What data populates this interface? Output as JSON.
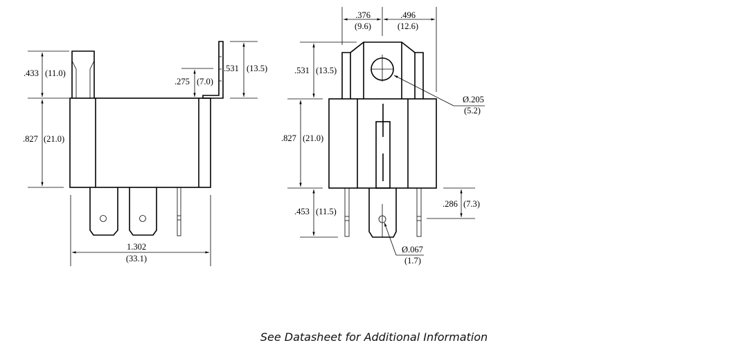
{
  "drawing": {
    "title": "Relay dimensional drawing",
    "side_view": {
      "dims": {
        "terminal_height": {
          "in": ".433",
          "mm": "(11.0)"
        },
        "body_height": {
          "in": ".827",
          "mm": "(21.0)"
        },
        "bracket_offset": {
          "in": ".275",
          "mm": "(7.0)"
        },
        "bracket_height": {
          "in": ".531",
          "mm": "(13.5)"
        },
        "overall_width": {
          "in": "1.302",
          "mm": "(33.1)"
        }
      }
    },
    "front_view": {
      "dims": {
        "left_width": {
          "in": ".376",
          "mm": "(9.6)"
        },
        "right_width": {
          "in": ".496",
          "mm": "(12.6)"
        },
        "bracket_height": {
          "in": ".531",
          "mm": "(13.5)"
        },
        "body_height": {
          "in": ".827",
          "mm": "(21.0)"
        },
        "pin_length": {
          "in": ".453",
          "mm": "(11.5)"
        },
        "short_pin_length": {
          "in": ".286",
          "mm": "(7.3)"
        },
        "mount_hole_dia": {
          "in": "Ø.205",
          "mm": "(5.2)"
        },
        "pin_hole_dia": {
          "in": "Ø.067",
          "mm": "(1.7)"
        }
      }
    }
  },
  "footer": {
    "note": "See Datasheet for Additional Information"
  }
}
